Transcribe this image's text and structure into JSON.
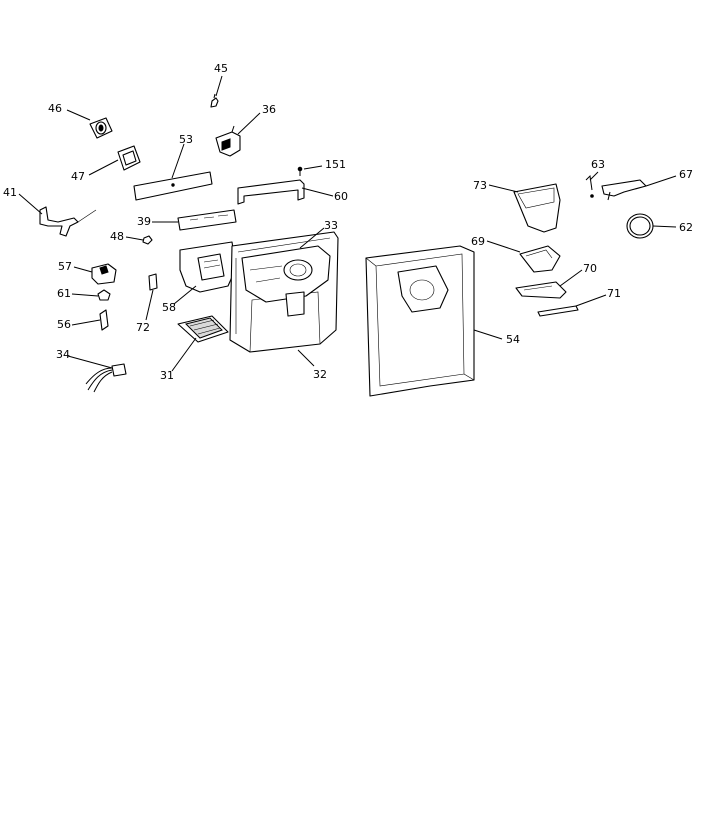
{
  "callouts": {
    "c45": "45",
    "c46": "46",
    "c36": "36",
    "c53": "53",
    "c47": "47",
    "c151": "151",
    "c41": "41",
    "c60": "60",
    "c39": "39",
    "c33": "33",
    "c48": "48",
    "c57": "57",
    "c61": "61",
    "c58": "58",
    "c72": "72",
    "c56": "56",
    "c34": "34",
    "c31": "31",
    "c32": "32",
    "c54": "54",
    "c73": "73",
    "c63": "63",
    "c67": "67",
    "c62": "62",
    "c69": "69",
    "c70": "70",
    "c71": "71"
  }
}
